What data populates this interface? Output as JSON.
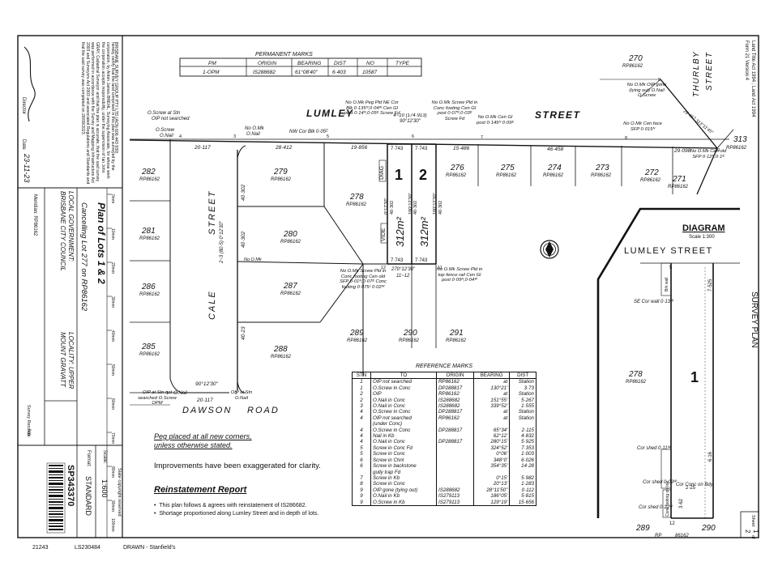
{
  "left_panel": {
    "company": "BRISBANE SURVEY GROUP PTY LTD (ACN 606 443 930)",
    "certificate": "hereby certify that the land comprised in this plan was surveyed by the corporation, by Anton James BREHL, Surveying Associate, for whose work the corporation accepts responsibility, under the supervision of Ian John GRAY, Cadastral Surveyor and that the plan is accurate, that the said survey was performed in accordance with the Survey and Mapping Infrastructure Act 2003 and Surveyors Act 2003 and associated Regulations and Standards and that the said survey was completed on 28/09/2023.",
    "director_label": "Director",
    "date_label": "Date",
    "date_value": "23-11-23",
    "plan_title": "Plan of Lots 1 & 2",
    "cancelling": "Cancelling Lot 277 on RP86162",
    "local_government": "LOCAL GOVERNMENT: BRISBANE CITY COUNCIL",
    "locality": "LOCALITY: UPPER MOUNT GRAVATT",
    "meridian": "Meridian: RP86162",
    "survey_records_label": "Survey Records:",
    "survey_records_value": "No",
    "scale_label": "Scale:",
    "scale_value": "1:600",
    "format_label": "Format:",
    "format_value": "STANDARD",
    "plan_number": "SP343370",
    "ruler_labels": [
      "0mm",
      "10mm",
      "20mm",
      "30mm",
      "40mm",
      "50mm",
      "60mm",
      "70mm",
      "80mm",
      "90mm",
      "100mm"
    ],
    "copyright": "State copyright reserved"
  },
  "header_right": {
    "act_line1": "Land Title Act 1994 ; Land Act 1994",
    "act_line2": "Form 21 Version 4",
    "sheet_label": "Sheet",
    "sheet_number": "1",
    "sheet_of": "of",
    "sheet_total": "2"
  },
  "permanent_marks": {
    "title": "PERMANENT MARKS",
    "headers": [
      "PM",
      "ORIGIN",
      "BEARING",
      "DIST",
      "NO",
      "TYPE"
    ],
    "rows": [
      [
        "1-OPM",
        "IS288682",
        "61°08'40\"",
        "6·403",
        "10587",
        ""
      ]
    ]
  },
  "streets": {
    "lumley": "LUMLEY",
    "street": "STREET",
    "cale": "CALE",
    "cale_street": "STREET",
    "dawson": "DAWSON",
    "road": "ROAD",
    "thurlby": "THURLBY",
    "thurlby_street": "STREET"
  },
  "lots": [
    {
      "n": "282",
      "rp": "RP86162"
    },
    {
      "n": "281",
      "rp": "RP86162"
    },
    {
      "n": "286",
      "rp": "RP86162"
    },
    {
      "n": "285",
      "rp": "RP86162"
    },
    {
      "n": "279",
      "rp": "RP86162"
    },
    {
      "n": "280",
      "rp": "RP86162"
    },
    {
      "n": "287",
      "rp": "RP86162"
    },
    {
      "n": "288",
      "rp": "RP86162"
    },
    {
      "n": "278",
      "rp": "RP86162"
    },
    {
      "n": "289",
      "rp": "RP86162"
    },
    {
      "n": "290",
      "rp": "RP86162"
    },
    {
      "n": "291",
      "rp": "RP86162"
    },
    {
      "n": "276",
      "rp": "RP86162"
    },
    {
      "n": "275",
      "rp": "RP86162"
    },
    {
      "n": "274",
      "rp": "RP86162"
    },
    {
      "n": "273",
      "rp": "RP86162"
    },
    {
      "n": "272",
      "rp": "RP86162"
    },
    {
      "n": "271",
      "rp": "RP86162"
    },
    {
      "n": "270",
      "rp": "RP86162"
    },
    {
      "n": "313",
      "rp": "RP86162"
    }
  ],
  "new_lots": {
    "lot1": "1",
    "lot2": "2",
    "area1": "312m²",
    "area2": "312m²",
    "diag": "DIAG",
    "vide": "VIDE",
    "dim_top1": "7·743",
    "dim_top2": "7·743",
    "dim_bot1": "7·743",
    "dim_bot2": "7·743",
    "side1": "40·302",
    "side2": "40·302",
    "side3": "40·302",
    "bear1": "0°12'30\"",
    "bear2": "180°12'30\"",
    "bear3": "180°12'30\""
  },
  "notes": {
    "ne_oscrew": "O.Screw at Stn",
    "oip_not_searched": "OIP not searched",
    "oscrew": "O.Screw",
    "onail": "O.Nail",
    "no_omk": "No O.Mk",
    "nw_cor_blk": "NW Cor Blk 0·05ᴱ",
    "peg_pld": "No O.Mk Peg Pld NE Cor Blk 0·135ᴺ,0·04ᵂ Cen Gl post 0·14ᴺ,0·05ᴱ Screw Fd",
    "mid": "4~10 (174·913) 90°12'30\"",
    "screw_pld": "No O.Mk Screw Pld in Conc footing Cen Gl post 0·07ᴺ,0·03ᴱ Screw Fd",
    "gl_post": "No O.Mk Cen Gl post 0·145ᴺ 0·09ᴱ",
    "cen_face": "No O.Mk Cen face SFP 0·015ᴺ",
    "oip_gone": "No O.Mk OIP gone (tying out) O.Nail O.Screw",
    "old_sfp": "No O.Mk Cen old SFP 0·12ᴺ,0·1ᴱ",
    "lower12": "No O.Mk Screw Pld in Conc footing Cen old SFP 0·01ᴺ,0·07ᴱ Conc footing 0·075ˢ 0·02ᵂ",
    "lower11": "No O.Mk Screw Pld in top fence rail Cen Gl post 0·09ᴺ,0·04ᵂ",
    "dawson_left": "OIP at Stn not searched O.Screw OPM",
    "dawson_right": "OIP at Stn O.Nail",
    "dims": {
      "d20117a": "20·117",
      "d28412": "28·412",
      "d19856": "19·856",
      "d15486": "15·486",
      "d46458": "46·458",
      "d29098": "29·098",
      "d40302a": "40·302",
      "d40302b": "40·302",
      "d40_23": "40·23",
      "d20117b": "20·117",
      "d2_3": "2~3 (80·5) 0°12'30\"",
      "d90": "90°12'30\"",
      "d270": "270°12'30\"",
      "d11_12": "11~12",
      "thurlby_dim": "28·457 313°11'45\""
    }
  },
  "diagram": {
    "title": "DIAGRAM",
    "scale": "Scale 1:300",
    "street": "LUMLEY STREET",
    "lot": "278",
    "lot_rp": "RP86162",
    "new_lot": "1",
    "se_cor_wall": "SE Cor wall 0·13ᵂ",
    "cor_shed1": "Cor shed 0·11ᵂ",
    "cor_shed2": "Cor shed 0·09ᵂ",
    "cor_shed3": "Cor shed 0·22ᵂ",
    "cor_conc": "Cor Conc on Bdy",
    "conc_footing": "Conc footing on line",
    "dim1": "7·525",
    "dim2": "6·16",
    "dim3": "2·25",
    "dim4": "3·62",
    "bottom_lot1": "289",
    "bottom_rp1": "RP",
    "bottom_lot2": "290",
    "bottom_rp2": "86162",
    "brk_wall": "Brk wall",
    "survey_plan": "SURVEY PLAN"
  },
  "reference_marks": {
    "title": "REFERENCE MARKS",
    "headers": [
      "STN",
      "TO",
      "ORIGIN",
      "BEARING",
      "DIST"
    ],
    "rows": [
      [
        "1",
        "OIP not searched",
        "RP86162",
        "at",
        "Station"
      ],
      [
        "1",
        "O.Screw in Conc",
        "DP288817",
        "130°21'",
        "3·73"
      ],
      [
        "2",
        "OIP",
        "RP86162",
        "at",
        "Station"
      ],
      [
        "2",
        "O.Nail in Conc",
        "IS288682",
        "151°55'",
        "5·267"
      ],
      [
        "3",
        "O.Nail in Conc",
        "IS288682",
        "339°52'",
        "1·555"
      ],
      [
        "4",
        "O.Screw in Conc",
        "DP288817",
        "at",
        "Station"
      ],
      [
        "4",
        "OIP not searched",
        "RP86162",
        "at",
        "Station"
      ],
      [
        "",
        "(under Conc)",
        "",
        "",
        ""
      ],
      [
        "4",
        "O.Screw in Conc",
        "DP288817",
        "65°34'",
        "2·115"
      ],
      [
        "4",
        "Nail in Kb",
        "",
        "62°12'",
        "4·832"
      ],
      [
        "4",
        "O.Nail in Conc",
        "DP288817",
        "280°15'",
        "5·925"
      ],
      [
        "5",
        "Screw in Conc Fd",
        "",
        "324°52'",
        "7·353"
      ],
      [
        "5",
        "Screw in Conc",
        "",
        "0°06'",
        "1·003"
      ],
      [
        "6",
        "Screw in Chnl",
        "",
        "348°0'",
        "6·026"
      ],
      [
        "6",
        "Screw in backstone",
        "",
        "354°35'",
        "14·28"
      ],
      [
        "",
        "gully trap Fd",
        "",
        "",
        ""
      ],
      [
        "7",
        "Screw in Kb",
        "",
        "0°15'",
        "5·982"
      ],
      [
        "8",
        "Screw in Conc",
        "",
        "20°13'",
        "1·283"
      ],
      [
        "9",
        "OIP gone (tying out)",
        "IS288682",
        "28°11'50\"",
        "0·112"
      ],
      [
        "9",
        "O.Nail in Kb",
        "IS279113",
        "186°05'",
        "5·815"
      ],
      [
        "9",
        "O.Screw in Kb",
        "IS279113",
        "129°19'",
        "15·656"
      ]
    ]
  },
  "notes_text": {
    "peg_note1": "Peg placed at all new corners,",
    "peg_note2": "unless otherwise stated.",
    "improvements": "Improvements have been exaggerated for clarity.",
    "reinstatement_title": "Reinstatement Report",
    "bullet1": "This plan follows & agrees with reinstatement of IS286682.",
    "bullet2": "Shortage proportioned along Lumley Street and in depth of lots."
  },
  "footer": {
    "ref1": "21243",
    "ref2": "LS230484",
    "drawn": "DRAWN - Stanfield's"
  }
}
